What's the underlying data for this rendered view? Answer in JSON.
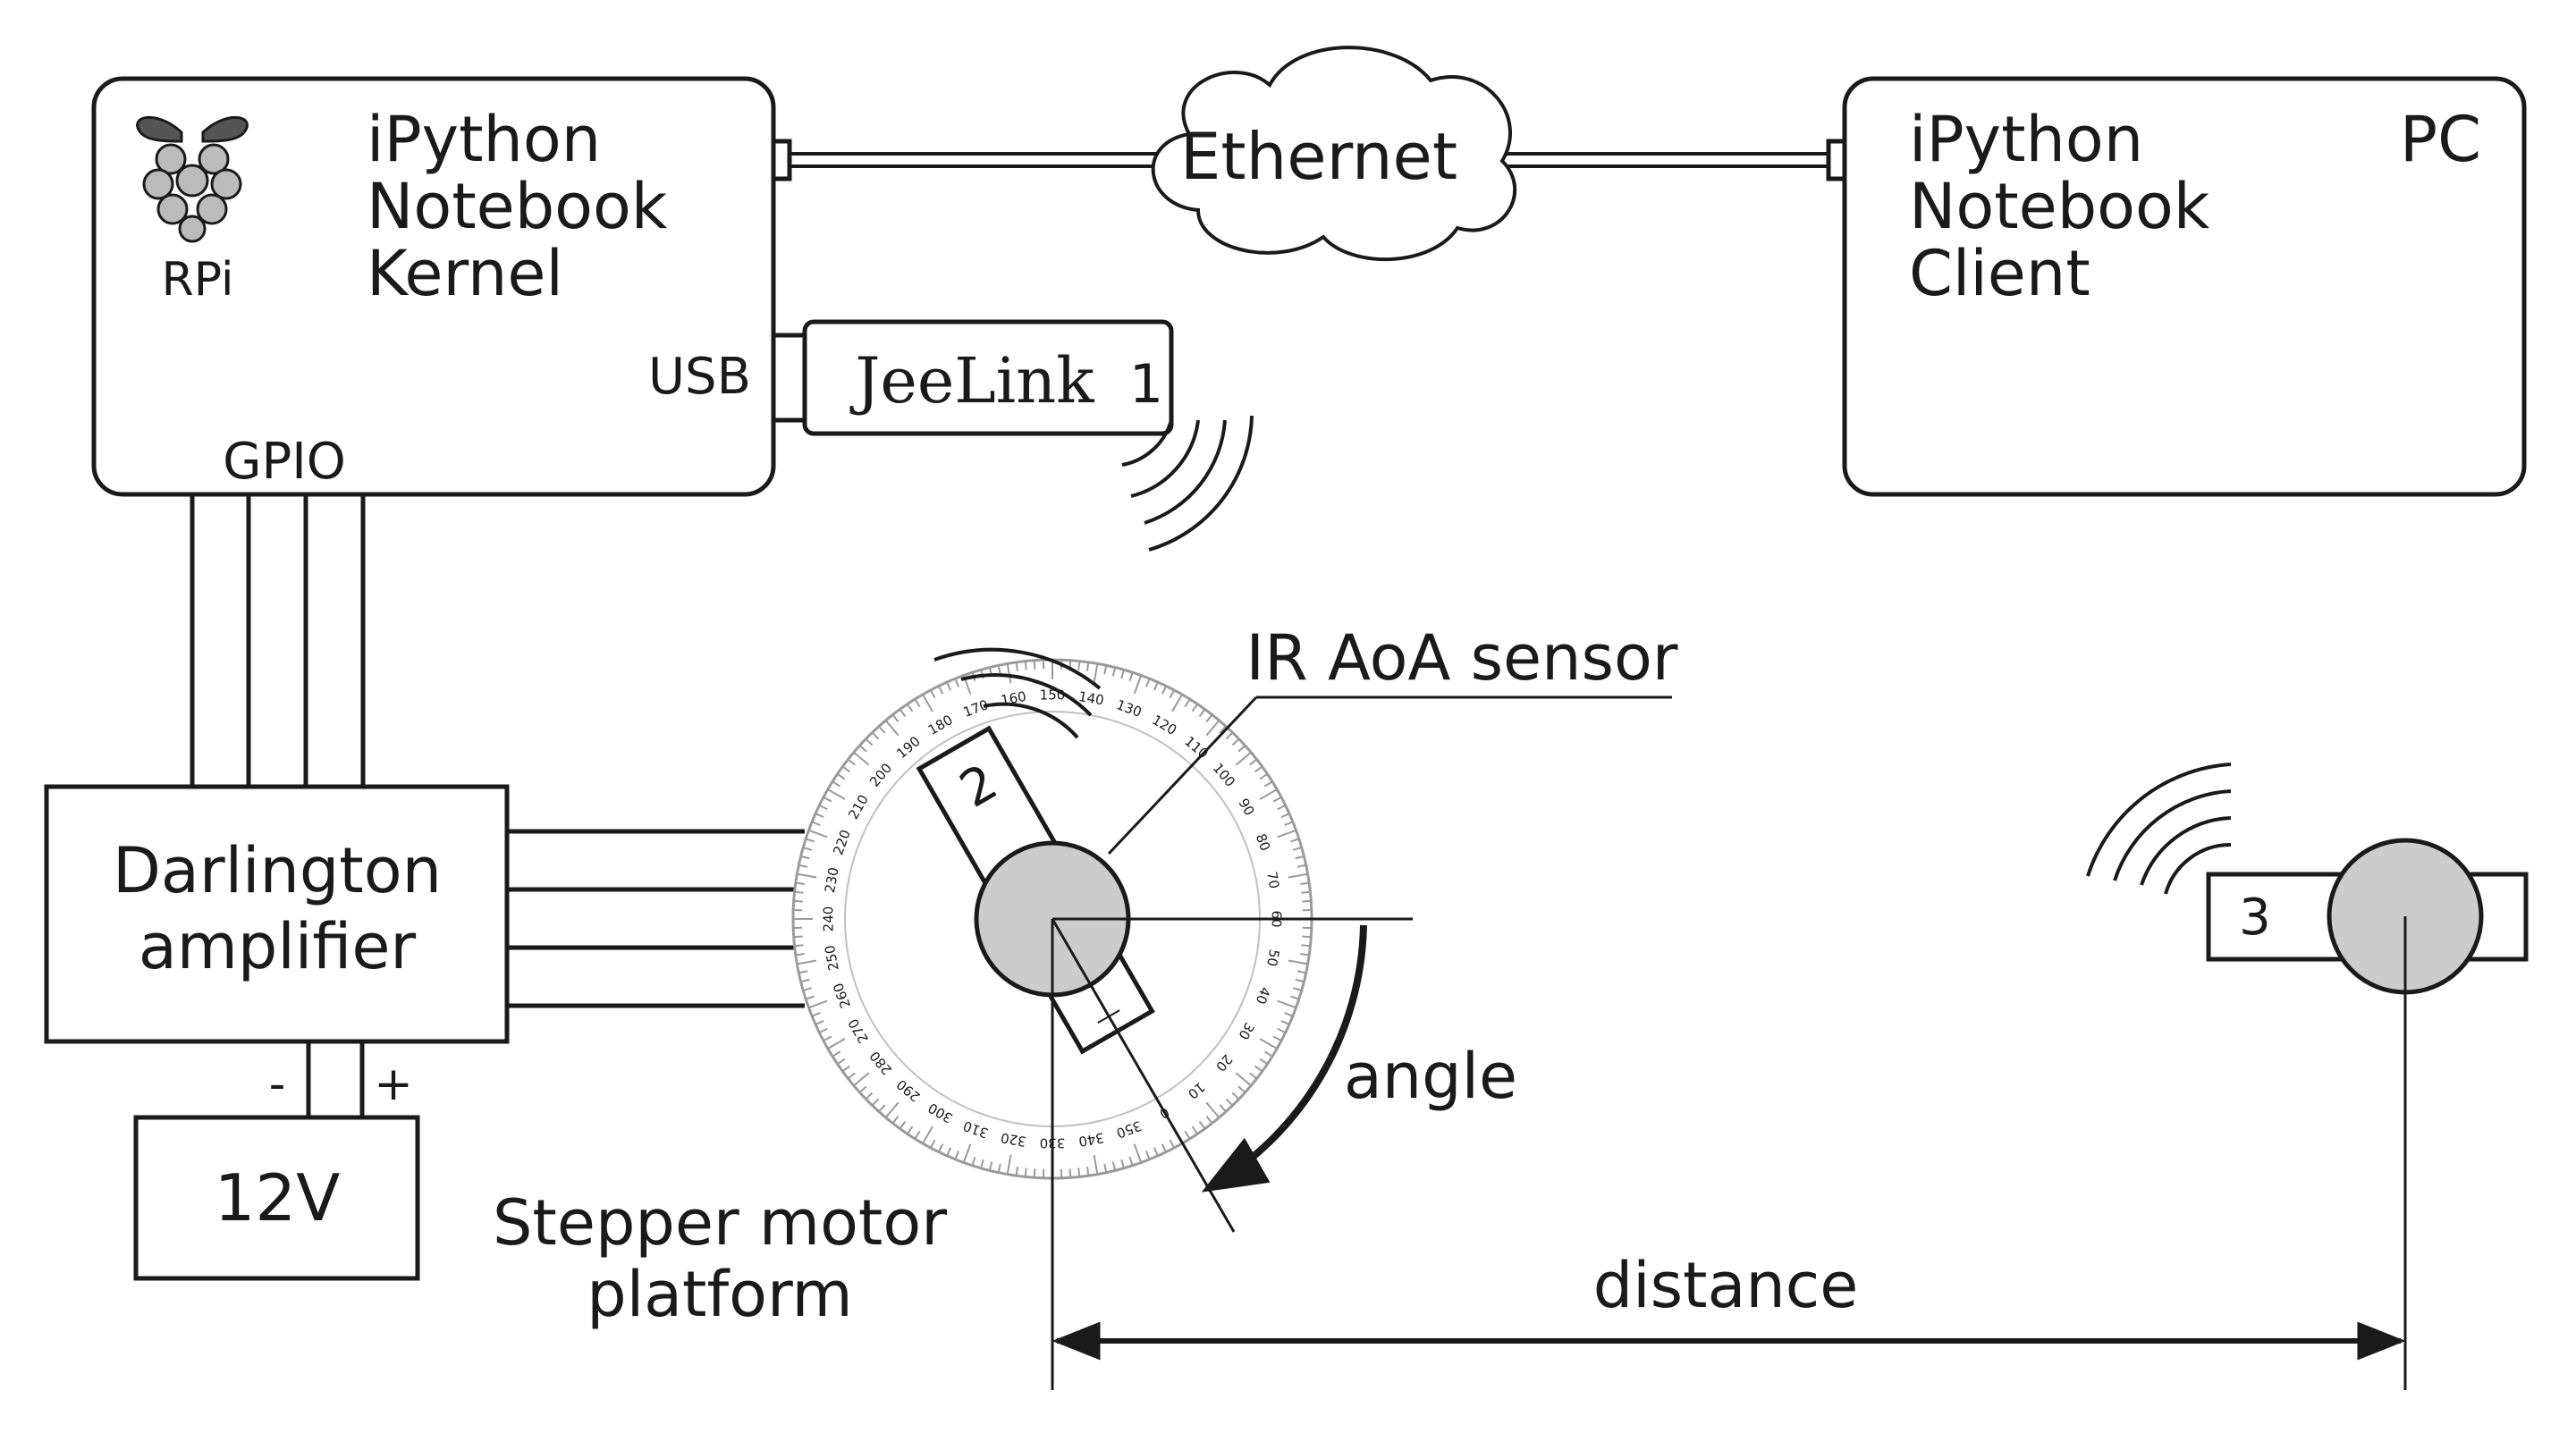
{
  "rpi_box": {
    "logo_label": "RPi",
    "kernel_lines": [
      "iPython",
      "Notebook",
      "Kernel"
    ],
    "usb_label": "USB",
    "gpio_label": "GPIO"
  },
  "network": {
    "ethernet_label": "Ethernet"
  },
  "pc_box": {
    "client_lines": [
      "iPython",
      "Notebook",
      "Client"
    ],
    "pc_label": "PC"
  },
  "jeelink": {
    "label": "JeeLink",
    "number": "1"
  },
  "amplifier": {
    "lines": [
      "Darlington",
      "amplifier"
    ]
  },
  "power": {
    "label": "12V",
    "minus": "-",
    "plus": "+"
  },
  "stepper": {
    "lines": [
      "Stepper motor",
      "platform"
    ]
  },
  "sensor": {
    "label": "IR AoA sensor",
    "number": "2"
  },
  "target": {
    "number": "3"
  },
  "annotations": {
    "angle_label": "angle",
    "distance_label": "distance"
  },
  "protractor": {
    "tick_labels": [
      "0",
      "10",
      "20",
      "30",
      "40",
      "50",
      "60",
      "70",
      "80",
      "90",
      "100",
      "110",
      "120",
      "130",
      "140",
      "150",
      "160",
      "170",
      "180",
      "190",
      "200",
      "210",
      "220",
      "230",
      "240",
      "250",
      "260",
      "270",
      "280",
      "290",
      "300",
      "310",
      "320",
      "330",
      "340",
      "350"
    ]
  },
  "colors": {
    "line": "#1a1a1a",
    "fill_grey": "#cccccc",
    "protractor": "#9a9a9a"
  }
}
